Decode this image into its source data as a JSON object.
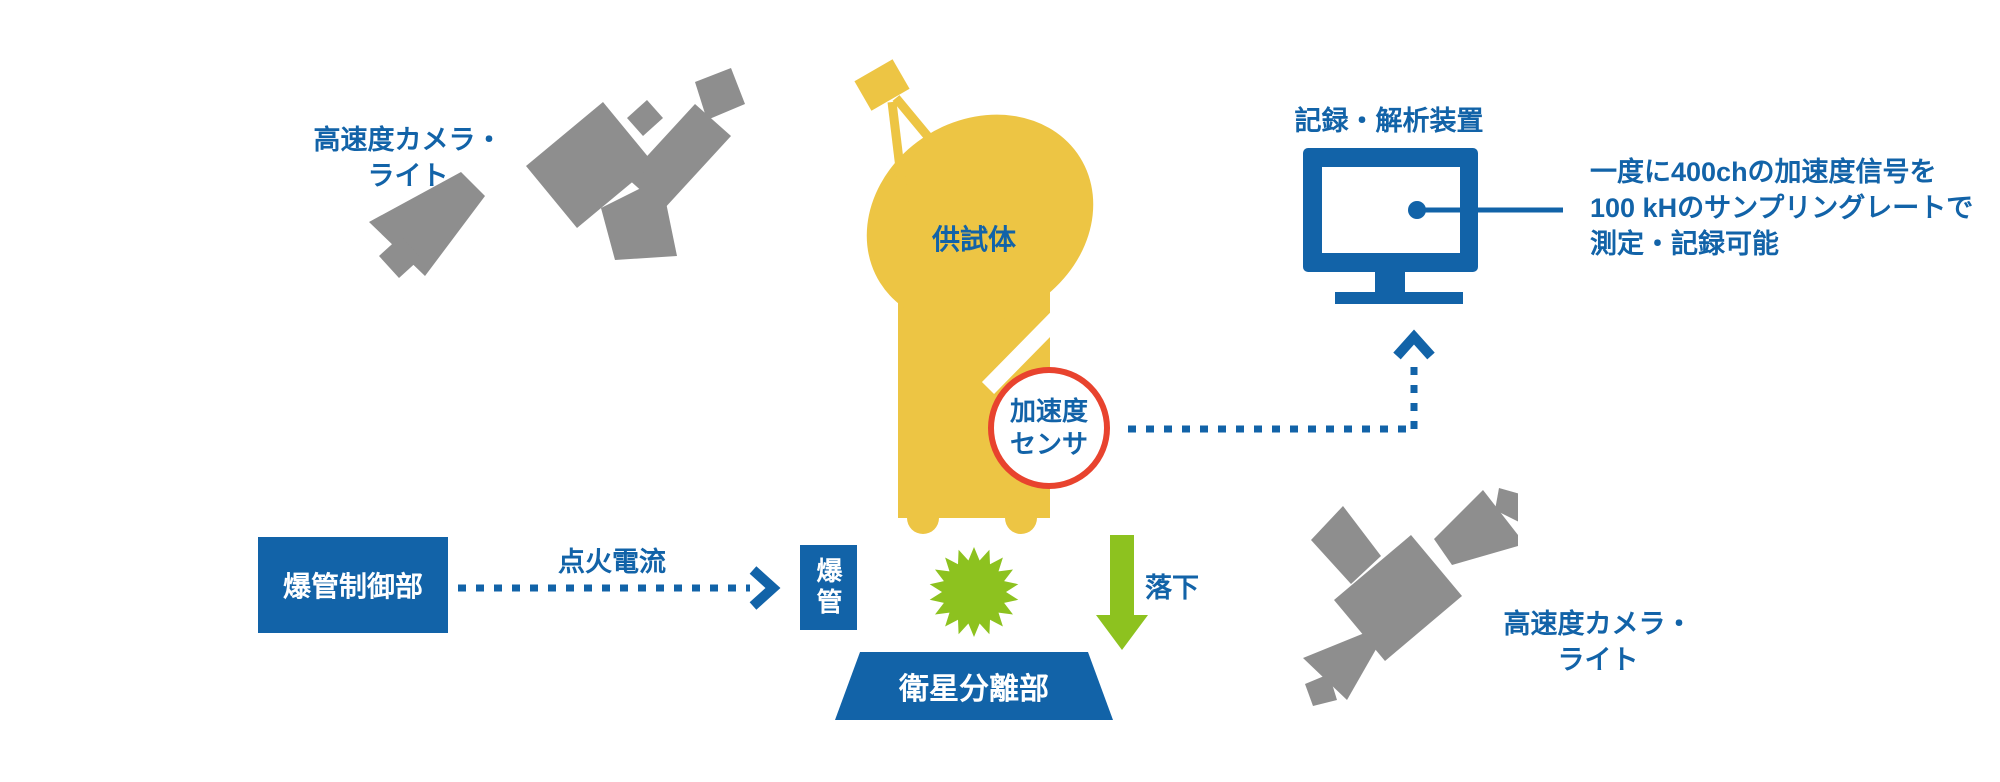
{
  "colors": {
    "blue": "#1263a8",
    "yellow": "#edc544",
    "green": "#8dc21f",
    "red": "#e8432e",
    "gray": "#8e8e8e"
  },
  "nodes": {
    "camera_light_top": {
      "label_lines": [
        "高速度カメラ・",
        "ライト"
      ]
    },
    "specimen": {
      "label": "供試体"
    },
    "recorder": {
      "label": "記録・解析装置",
      "note_lines": [
        "一度に400chの加速度信号を",
        "100 kHのサンプリングレートで",
        "測定・記録可能"
      ]
    },
    "accel_sensor": {
      "label_lines": [
        "加速度",
        "センサ"
      ]
    },
    "detonator_controller": {
      "label": "爆管制御部"
    },
    "ignition_current": {
      "label": "点火電流"
    },
    "detonator": {
      "label": "爆管"
    },
    "separation_unit": {
      "label": "衛星分離部"
    },
    "drop": {
      "label": "落下"
    },
    "camera_light_bottom": {
      "label_lines": [
        "高速度カメラ・",
        "ライト"
      ]
    }
  }
}
